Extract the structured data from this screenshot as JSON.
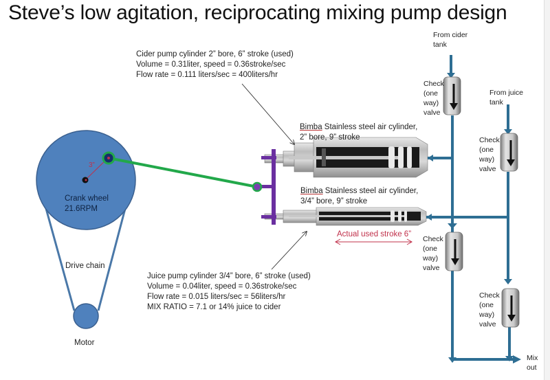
{
  "title": "Steve’s low agitation, reciprocating mixing pump design",
  "cider_pump_note": {
    "line1": "Cider pump cylinder 2” bore, 6” stroke (used)",
    "line2": "Volume = 0.31liter, speed = 0.36stroke/sec",
    "line3": "Flow rate = 0.111 liters/sec = 400liters/hr"
  },
  "juice_pump_note": {
    "line1": "Juice pump cylinder 3/4” bore, 6” stroke (used)",
    "line2": "Volume = 0.04liter, speed = 0.36stroke/sec",
    "line3": "Flow rate = 0.015 liters/sec = 56liters/hr",
    "line4": "MIX RATIO = 7.1 or 14% juice to cider"
  },
  "upper_cylinder": {
    "brand": "Bimba",
    "line1_rest": " Stainless steel air cylinder,",
    "line2": "2” bore, 9” stroke"
  },
  "lower_cylinder": {
    "brand": "Bimba",
    "line1_rest": " Stainless steel air cylinder,",
    "line2": "3/4” bore, 9” stroke"
  },
  "stroke_annotation": "Actual used stroke 6”",
  "crank_wheel": {
    "label": "Crank wheel",
    "speed": "21.6RPM",
    "radius_label": "3”"
  },
  "drive_chain_label": "Drive chain",
  "motor_label": "Motor",
  "cider_source": {
    "line1": "From cider",
    "line2": "tank"
  },
  "juice_source": {
    "line1": "From juice",
    "line2": "tank"
  },
  "check_valve_label": {
    "line1": "Check",
    "line2": "(one",
    "line3": "way)",
    "line4": "valve"
  },
  "output_label": {
    "line1": "Mix",
    "line2": "out"
  },
  "colors": {
    "pipe": "#2e6e93",
    "pipe_outline": "#6a8a9a",
    "wheel_fill": "#4f81bd",
    "wheel_stroke": "#3a5f8e",
    "connecting_rod": "#22a84a",
    "yoke": "#6a2fa0",
    "annotation_red": "#c0304a"
  }
}
